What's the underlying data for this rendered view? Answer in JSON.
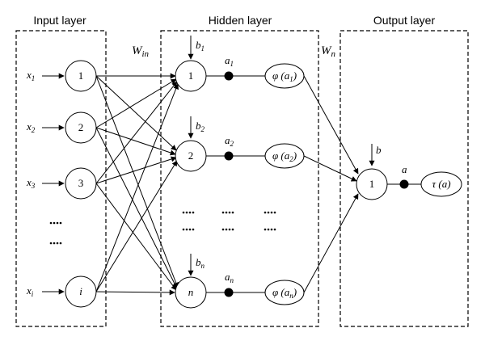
{
  "layers": {
    "input": {
      "title": "Input layer"
    },
    "hidden": {
      "title": "Hidden layer"
    },
    "output": {
      "title": "Output layer"
    }
  },
  "inputs": [
    {
      "var": "x",
      "sub": "1",
      "node": "1"
    },
    {
      "var": "x",
      "sub": "2",
      "node": "2"
    },
    {
      "var": "x",
      "sub": "3",
      "node": "3"
    },
    {
      "var": "x",
      "sub": "i",
      "node": "i"
    }
  ],
  "hidden": [
    {
      "node": "1",
      "bias": "b",
      "bias_sub": "1",
      "act": "a",
      "act_sub": "1",
      "phi": "φ (a",
      "phi_sub": "1"
    },
    {
      "node": "2",
      "bias": "b",
      "bias_sub": "2",
      "act": "a",
      "act_sub": "2",
      "phi": "φ (a",
      "phi_sub": "2"
    },
    {
      "node": "n",
      "bias": "b",
      "bias_sub": "n",
      "act": "a",
      "act_sub": "n",
      "phi": "φ (a",
      "phi_sub": "n"
    }
  ],
  "output": {
    "node": "1",
    "bias": "b",
    "act": "a",
    "tau": "τ (a)"
  },
  "weights": {
    "input": {
      "symbol": "W",
      "sub": "in"
    },
    "hidden": {
      "symbol": "W",
      "sub": "n"
    }
  },
  "colors": {
    "stroke": "#000000",
    "background": "#ffffff"
  }
}
